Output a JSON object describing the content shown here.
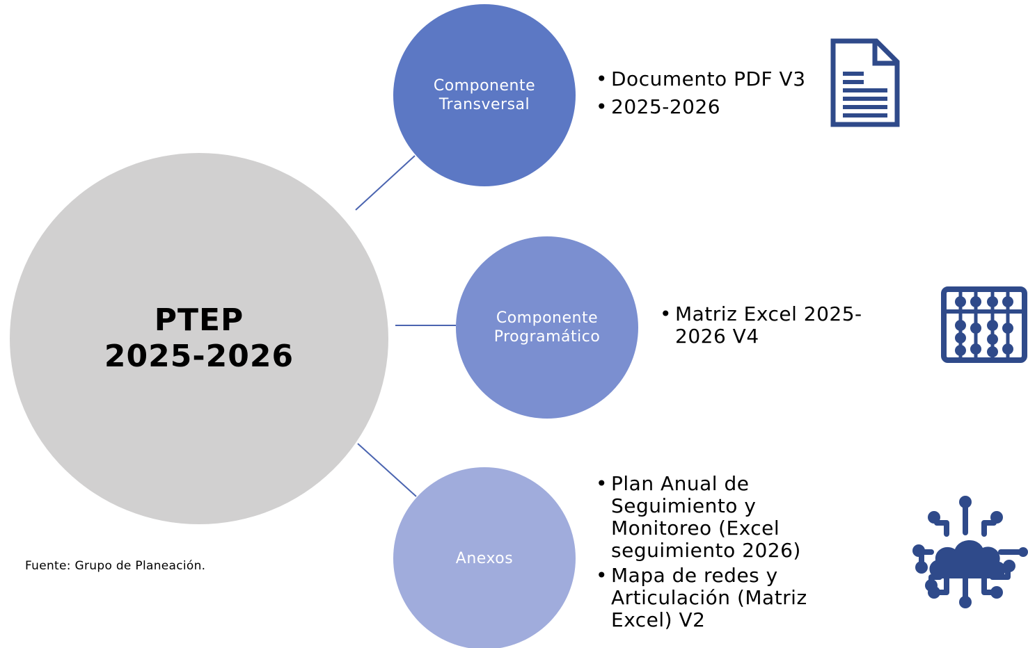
{
  "main": {
    "line1": "PTEP",
    "line2": "2025-2026"
  },
  "components": [
    {
      "label_line1": "Componente",
      "label_line2": "Transversal",
      "color": "#5c78c4",
      "bullets": [
        "Documento PDF V3",
        "2025-2026"
      ],
      "icon": "document-icon"
    },
    {
      "label_line1": "Componente",
      "label_line2": "Programático",
      "color": "#7b8fd0",
      "bullets": [
        " Matriz Excel 2025-2026 V4"
      ],
      "icon": "abacus-icon"
    },
    {
      "label_line1": "Anexos",
      "label_line2": "",
      "color": "#a0acdc",
      "bullets": [
        "Plan Anual de Seguimiento y Monitoreo (Excel seguimiento 2026)",
        "Mapa de redes y Articulación (Matriz Excel) V2"
      ],
      "icon": "cloud-network-icon"
    }
  ],
  "source": "Fuente: Grupo de Planeación.",
  "colors": {
    "main_circle": "#d1d0d0",
    "connector": "#4a64b0",
    "icon": "#2f4a8a"
  }
}
